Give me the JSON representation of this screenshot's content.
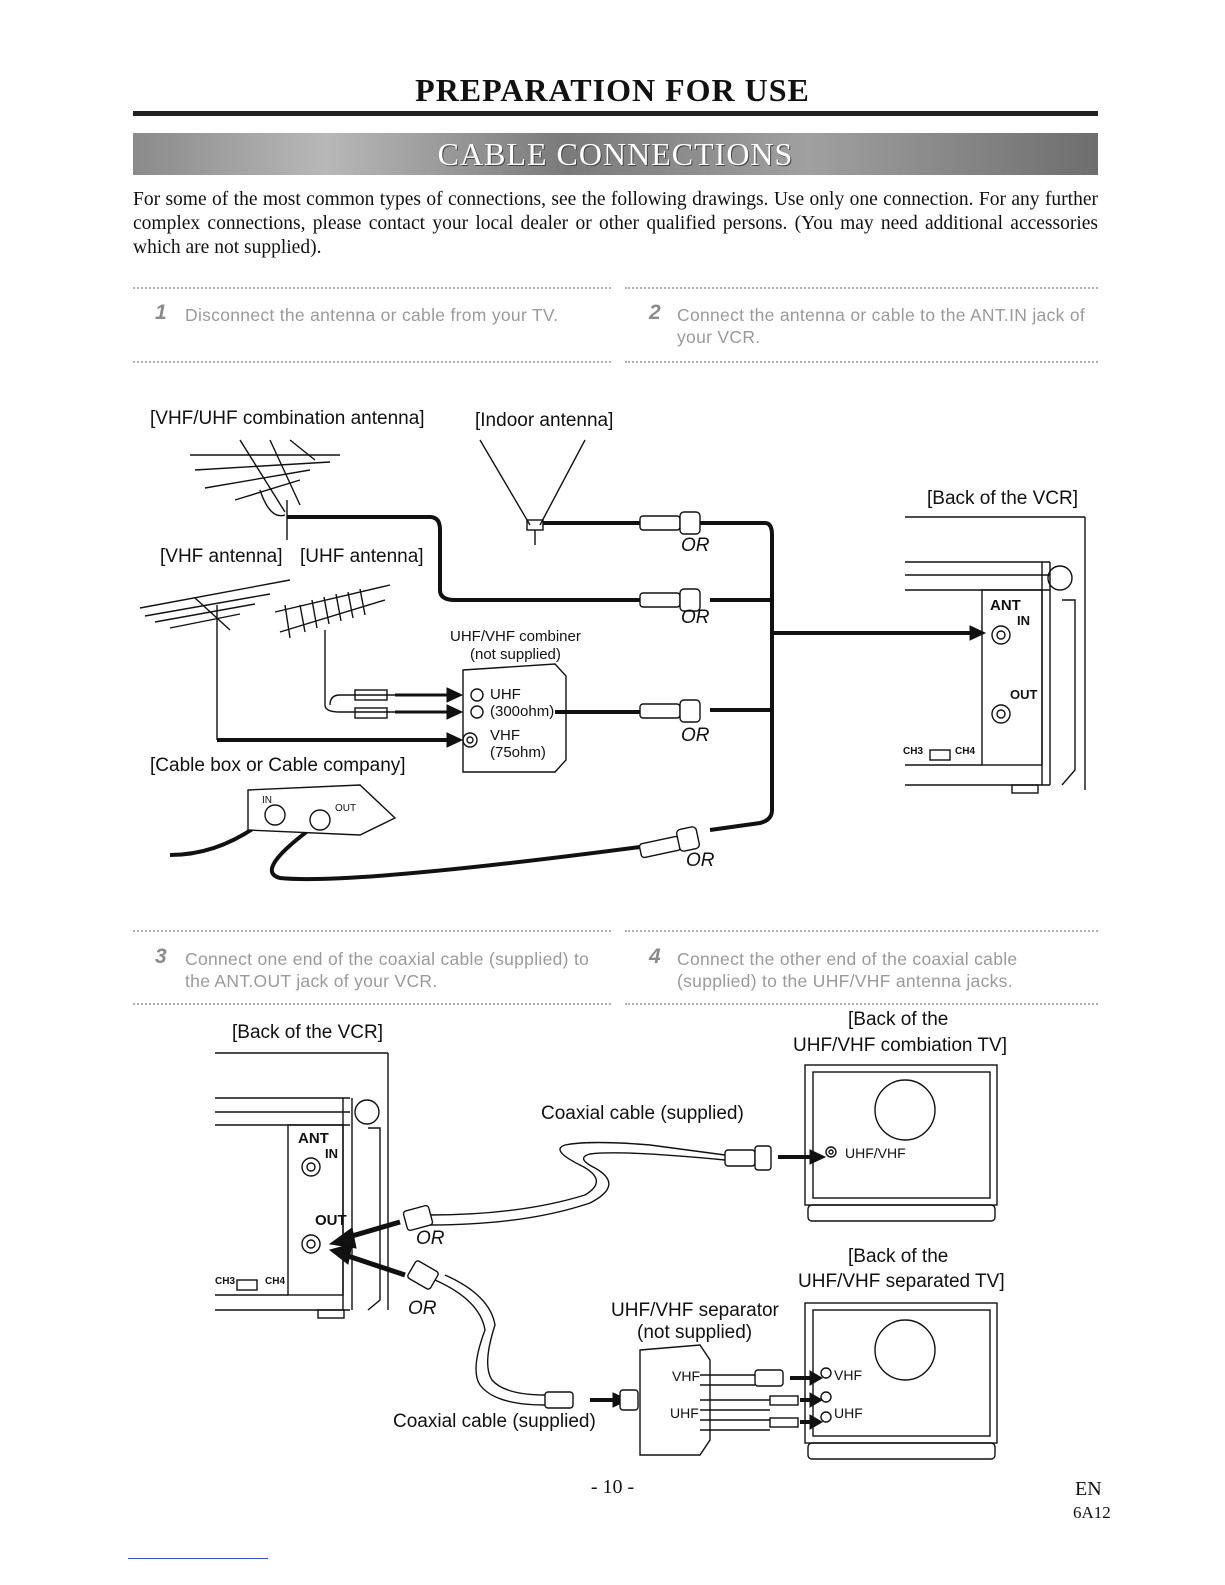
{
  "header": {
    "title": "PREPARATION FOR USE",
    "banner": "CABLE CONNECTIONS"
  },
  "intro": "For some of the most common types of connections, see the following drawings. Use only one connection. For any further complex connections, please contact your local dealer or other qualified persons. (You may need additional accessories which are not supplied).",
  "steps": [
    {
      "num": "1",
      "text": "Disconnect the antenna or cable from your TV."
    },
    {
      "num": "2",
      "text": "Connect the antenna or cable to the ANT.IN jack of your VCR."
    },
    {
      "num": "3",
      "text": "Connect one end of the coaxial cable (supplied) to the ANT.OUT jack of your VCR."
    },
    {
      "num": "4",
      "text": "Connect the other end of the coaxial cable (supplied) to the UHF/VHF antenna jacks."
    }
  ],
  "diagram1": {
    "combo_antenna": "[VHF/UHF combination antenna]",
    "indoor_antenna": "[Indoor antenna]",
    "vhf_antenna": "[VHF antenna]",
    "uhf_antenna": "[UHF antenna]",
    "combiner_1": "UHF/VHF combiner",
    "combiner_2": "(not supplied)",
    "uhf": "UHF",
    "ohm300": "(300ohm)",
    "vhf": "VHF",
    "ohm75": "(75ohm)",
    "cable_box": "[Cable box or Cable company]",
    "cb_in": "IN",
    "cb_out": "OUT",
    "or": "OR",
    "back_vcr": "[Back of the VCR]",
    "ant": "ANT",
    "in": "IN",
    "out": "OUT",
    "ch3": "CH3",
    "ch4": "CH4"
  },
  "diagram2": {
    "back_vcr": "[Back of the VCR]",
    "ant": "ANT",
    "in": "IN",
    "out": "OUT",
    "ch3": "CH3",
    "ch4": "CH4",
    "or": "OR",
    "coax_top": "Coaxial cable (supplied)",
    "coax_bottom": "Coaxial cable (supplied)",
    "tv_combo_1": "[Back of the",
    "tv_combo_2": "UHF/VHF combiation TV]",
    "uhfvhf": "UHF/VHF",
    "tv_sep_1": "[Back of the",
    "tv_sep_2": "UHF/VHF separated TV]",
    "separator_1": "UHF/VHF separator",
    "separator_2": "(not supplied)",
    "sep_vhf": "VHF",
    "sep_uhf": "UHF",
    "tv_vhf": "VHF",
    "tv_uhf": "UHF"
  },
  "footer": {
    "page": "- 10 -",
    "lang": "EN",
    "model": "6A12"
  }
}
